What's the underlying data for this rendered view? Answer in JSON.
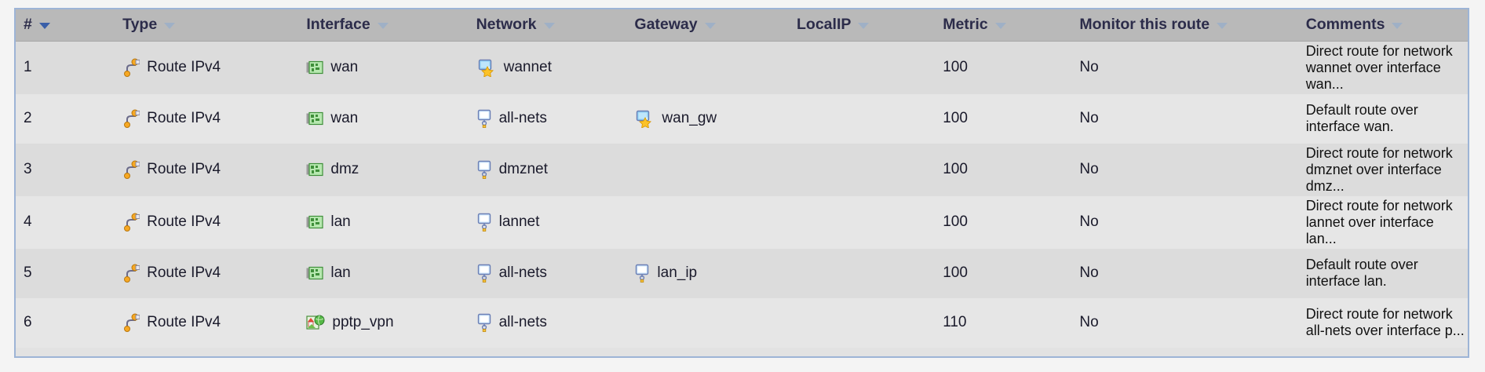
{
  "table": {
    "name": "routing-table",
    "columns": [
      {
        "key": "num",
        "label": "#",
        "sorted": true,
        "icon": "chevron-down-icon"
      },
      {
        "key": "type",
        "label": "Type",
        "sorted": false,
        "icon": "chevron-down-icon"
      },
      {
        "key": "iface",
        "label": "Interface",
        "sorted": false,
        "icon": "chevron-down-icon"
      },
      {
        "key": "net",
        "label": "Network",
        "sorted": false,
        "icon": "chevron-down-icon"
      },
      {
        "key": "gw",
        "label": "Gateway",
        "sorted": false,
        "icon": "chevron-down-icon"
      },
      {
        "key": "localip",
        "label": "LocalIP",
        "sorted": false,
        "icon": "chevron-down-icon"
      },
      {
        "key": "metric",
        "label": "Metric",
        "sorted": false,
        "icon": "chevron-down-icon"
      },
      {
        "key": "monitor",
        "label": "Monitor this route",
        "sorted": false,
        "icon": "chevron-down-icon"
      },
      {
        "key": "comment",
        "label": "Comments",
        "sorted": false,
        "icon": "chevron-down-icon"
      }
    ],
    "rows": [
      {
        "num": "1",
        "type": "Route IPv4",
        "type_icon": "route-icon",
        "iface": "wan",
        "iface_icon": "ethernet-interface-icon",
        "net": "wannet",
        "net_icon": "network-star-icon",
        "gw": "",
        "gw_icon": "",
        "localip": "",
        "metric": "100",
        "monitor": "No",
        "comment": "Direct route for network wannet over interface wan..."
      },
      {
        "num": "2",
        "type": "Route IPv4",
        "type_icon": "route-icon",
        "iface": "wan",
        "iface_icon": "ethernet-interface-icon",
        "net": "all-nets",
        "net_icon": "network-icon",
        "gw": "wan_gw",
        "gw_icon": "network-star-icon",
        "localip": "",
        "metric": "100",
        "monitor": "No",
        "comment": "Default route over interface wan."
      },
      {
        "num": "3",
        "type": "Route IPv4",
        "type_icon": "route-icon",
        "iface": "dmz",
        "iface_icon": "ethernet-interface-icon",
        "net": "dmznet",
        "net_icon": "network-icon",
        "gw": "",
        "gw_icon": "",
        "localip": "",
        "metric": "100",
        "monitor": "No",
        "comment": "Direct route for network dmznet over interface dmz..."
      },
      {
        "num": "4",
        "type": "Route IPv4",
        "type_icon": "route-icon",
        "iface": "lan",
        "iface_icon": "ethernet-interface-icon",
        "net": "lannet",
        "net_icon": "network-icon",
        "gw": "",
        "gw_icon": "",
        "localip": "",
        "metric": "100",
        "monitor": "No",
        "comment": "Direct route for network lannet over interface lan..."
      },
      {
        "num": "5",
        "type": "Route IPv4",
        "type_icon": "route-icon",
        "iface": "lan",
        "iface_icon": "ethernet-interface-icon",
        "net": "all-nets",
        "net_icon": "network-icon",
        "gw": "lan_ip",
        "gw_icon": "network-icon",
        "localip": "",
        "metric": "100",
        "monitor": "No",
        "comment": "Default route over interface lan."
      },
      {
        "num": "6",
        "type": "Route IPv4",
        "type_icon": "route-icon",
        "iface": "pptp_vpn",
        "iface_icon": "vpn-tunnel-icon",
        "net": "all-nets",
        "net_icon": "network-icon",
        "gw": "",
        "gw_icon": "",
        "localip": "",
        "metric": "110",
        "monitor": "No",
        "comment": "Direct route for network all-nets over interface p..."
      }
    ]
  },
  "colors": {
    "header_bg": "#b9b9b9",
    "row_odd_bg": "#dcdcdc",
    "row_even_bg": "#e6e6e6",
    "border": "#9db4d6",
    "text": "#1a1a2b",
    "caret_active": "#3a5fa8",
    "caret_idle": "#9fb0c6"
  }
}
